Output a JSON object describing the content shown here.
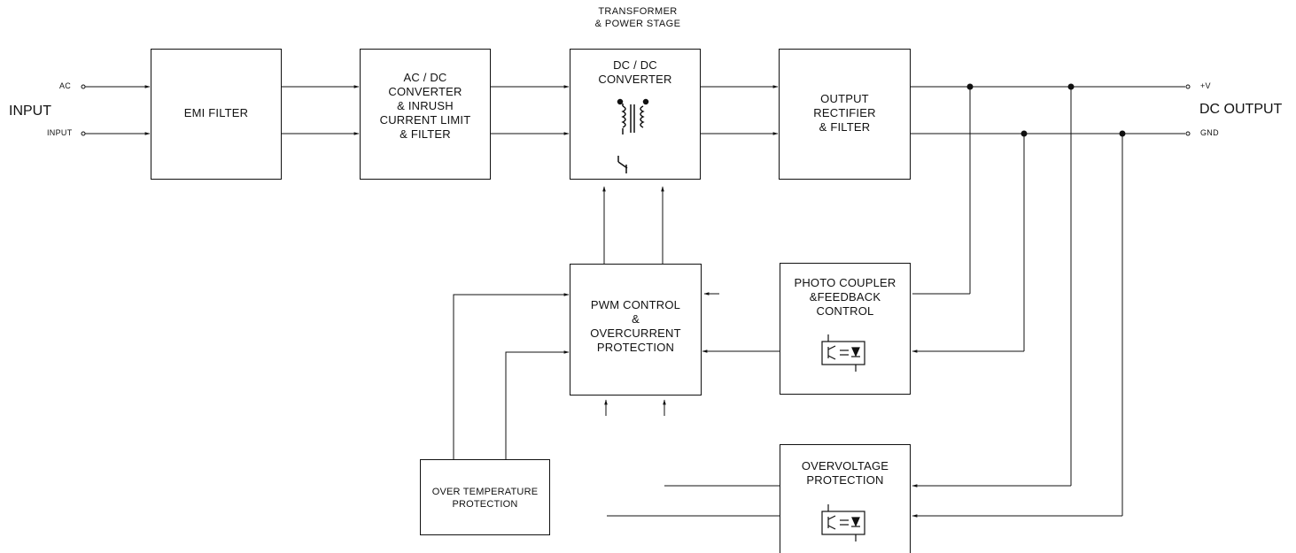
{
  "inputs": {
    "group_label": "INPUT",
    "terminal_1": "AC",
    "terminal_2": "INPUT"
  },
  "outputs": {
    "group_label": "DC OUTPUT",
    "terminal_pos": "+V",
    "terminal_gnd": "GND"
  },
  "stage_caption": "TRANSFORMER\n& POWER STAGE",
  "blocks": {
    "emi_filter": "EMI FILTER",
    "acdc": "AC / DC\nCONVERTER\n& INRUSH\nCURRENT LIMIT\n& FILTER",
    "dcdc": "DC / DC\nCONVERTER",
    "rectifier": "OUTPUT\nRECTIFIER\n& FILTER",
    "pwm": "PWM CONTROL\n&\nOVERCURRENT\nPROTECTION",
    "photo": "PHOTO COUPLER\n&FEEDBACK\nCONTROL",
    "ovp": "OVERVOLTAGE\nPROTECTION",
    "otp": "OVER TEMPERATURE\nPROTECTION"
  },
  "icons": {
    "transformer": "transformer-icon",
    "switch": "switch-icon",
    "optocoupler": "optocoupler-icon"
  },
  "colors": {
    "line": "#111111",
    "background": "#ffffff"
  }
}
